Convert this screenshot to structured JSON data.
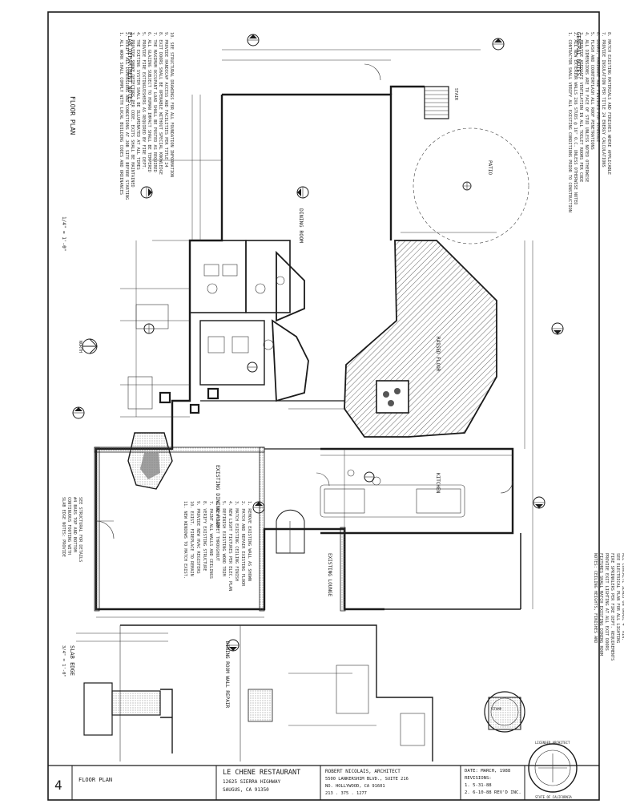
{
  "title_block": {
    "sheet_number": "4",
    "sheet_title": "FLOOR PLAN",
    "project_name": "LE CHENE RESTAURANT",
    "project_address_1": "12625 SIERRA HIGHWAY",
    "project_address_2": "SAUGUS, CA 91350",
    "architect_name": "ROBERT NICOLAIS, ARCHITECT",
    "architect_address_1": "5500 LANKERSHIM BLVD., SUITE 216",
    "architect_address_2": "NO. HOLLYWOOD, CA 91601",
    "architect_phone": "213 . 375 . 1277",
    "date_label": "DATE: MARCH, 1988",
    "revisions_label": "REVISIONS:",
    "revision_1": "1. 5-31-88",
    "revision_2": "2. 6-10-88 REV'D INC.",
    "seal_text": "LICENSED ARCHITECT",
    "seal_state": "STATE OF CALIFORNIA"
  },
  "plan": {
    "main_title": "FLOOR PLAN",
    "main_scale": "1/4\" = 1'-0\"",
    "detail_title": "SLAB EDGE",
    "detail_scale": "3/4\" = 1'-0\"",
    "existing_room_label": "EXISTING DINING ROOM",
    "dining_label": "DINING ROOM",
    "patio_label": "PATIO",
    "stair_label": "STAIR",
    "existing_lounge_label": "EXISTING LOUNGE",
    "kitchen_label": "KITCHEN",
    "dining_room_repair_note": "DINING ROOM WALL REPAIR",
    "north_label": "NORTH"
  },
  "notes": {
    "general_title": "GENERAL NOTES:",
    "mech_title": "PLAN DEPARTMENT NOTES:"
  },
  "colors": {
    "ink": "#1a1a1a",
    "paper": "#ffffff",
    "hatch": "#555555"
  }
}
